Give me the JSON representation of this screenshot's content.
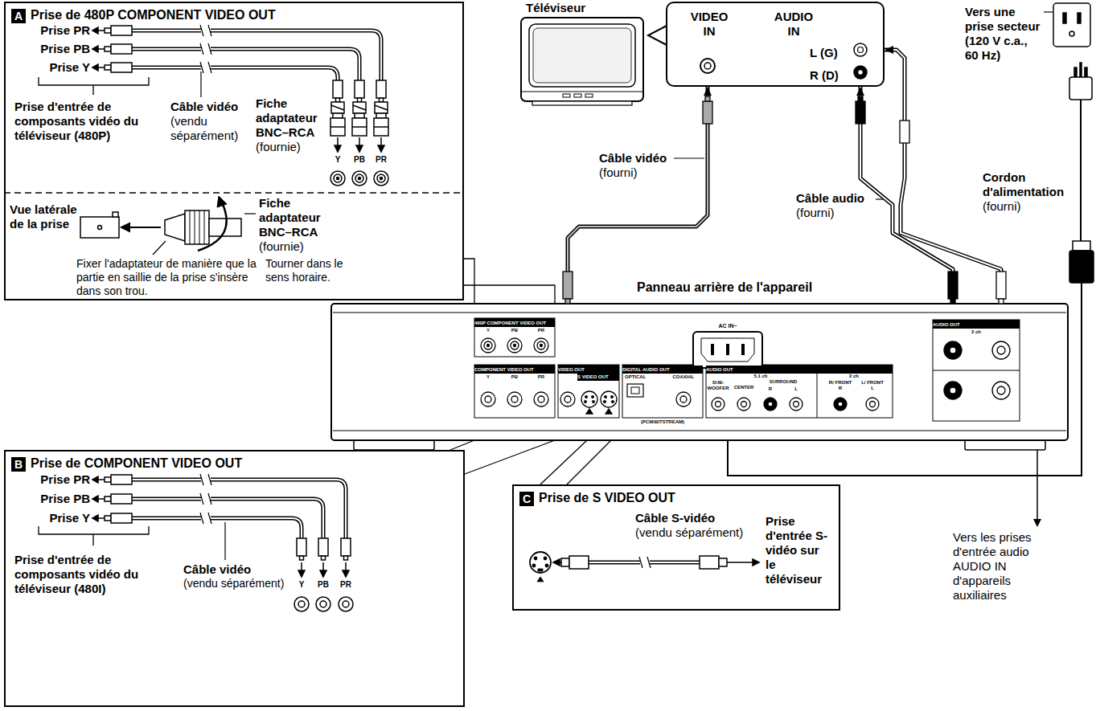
{
  "diagram": {
    "nodes": [
      {
        "text": [
          "A",
          "Prise de 480P COMPONENT VIDEO OUT"
        ]
      },
      {
        "text": [
          "Téléviseur"
        ]
      },
      {
        "text": [
          "VIDEO IN",
          "AUDIO IN",
          "L (G)",
          "R (D)"
        ]
      },
      {
        "text": [
          "Panneau arrière de l'appareil"
        ]
      },
      {
        "text": [
          "B",
          "Prise de COMPONENT VIDEO OUT"
        ]
      },
      {
        "text": [
          "C",
          "Prise de S VIDEO OUT"
        ]
      }
    ],
    "edges": [
      {
        "from": 0,
        "to": 3,
        "arrow": "none"
      },
      {
        "from": 3,
        "to": 2,
        "arrow": "to"
      },
      {
        "from": 3,
        "to": 2,
        "arrow": "to"
      },
      {
        "from": 3,
        "to": 4,
        "arrow": "none"
      },
      {
        "from": 3,
        "to": 5,
        "arrow": "none"
      }
    ],
    "labels": [
      "Prise PR",
      "Prise PB",
      "Prise Y",
      "Prise d'entrée de composants vidéo du téléviseur (480P)",
      "Câble vidéo",
      "(vendu séparément)",
      "Fiche adaptateur BNC–RCA",
      "(fournie)",
      "Y",
      "PB",
      "PR",
      "Vue latérale de la prise",
      "Fiche adaptateur BNC–RCA",
      "(fournie)",
      "Fixer l'adaptateur de manière que la partie en saillie de la prise s'insère dans son trou.",
      "Tourner dans le sens horaire.",
      "Vers une prise secteur (120 V c.a., 60 Hz)",
      "Câble vidéo",
      "(fourni)",
      "Câble audio",
      "(fourni)",
      "Cordon d'alimentation",
      "(fourni)",
      "480P COMPONENT VIDEO OUT",
      "Y",
      "PB",
      "PR",
      "COMPONENT VIDEO OUT",
      "Y",
      "PB",
      "PR",
      "VIDEO OUT",
      "S VIDEO OUT",
      "DIGITAL AUDIO OUT",
      "OPTICAL",
      "COAXIAL",
      "(PCM/BITSTREAM)",
      "AC IN~",
      "AUDIO OUT",
      "5.1 ch",
      "2 ch",
      "SUB- WOOFER",
      "CENTER",
      "SURROUND",
      "R",
      "L",
      "R/ FRONT R",
      "L/ FRONT L",
      "AUDIO OUT",
      "2 ch",
      "Vers les prises d'entrée audio AUDIO IN d'appareils auxiliaires",
      "Prise PR",
      "Prise PB",
      "Prise Y",
      "Prise d'entrée de composants vidéo du téléviseur (480I)",
      "Câble vidéo",
      "(vendu séparément)",
      "Y",
      "PB",
      "PR",
      "Câble S-vidéo",
      "(vendu séparément)",
      "Prise d'entrée S-vidéo sur le téléviseur"
    ]
  }
}
